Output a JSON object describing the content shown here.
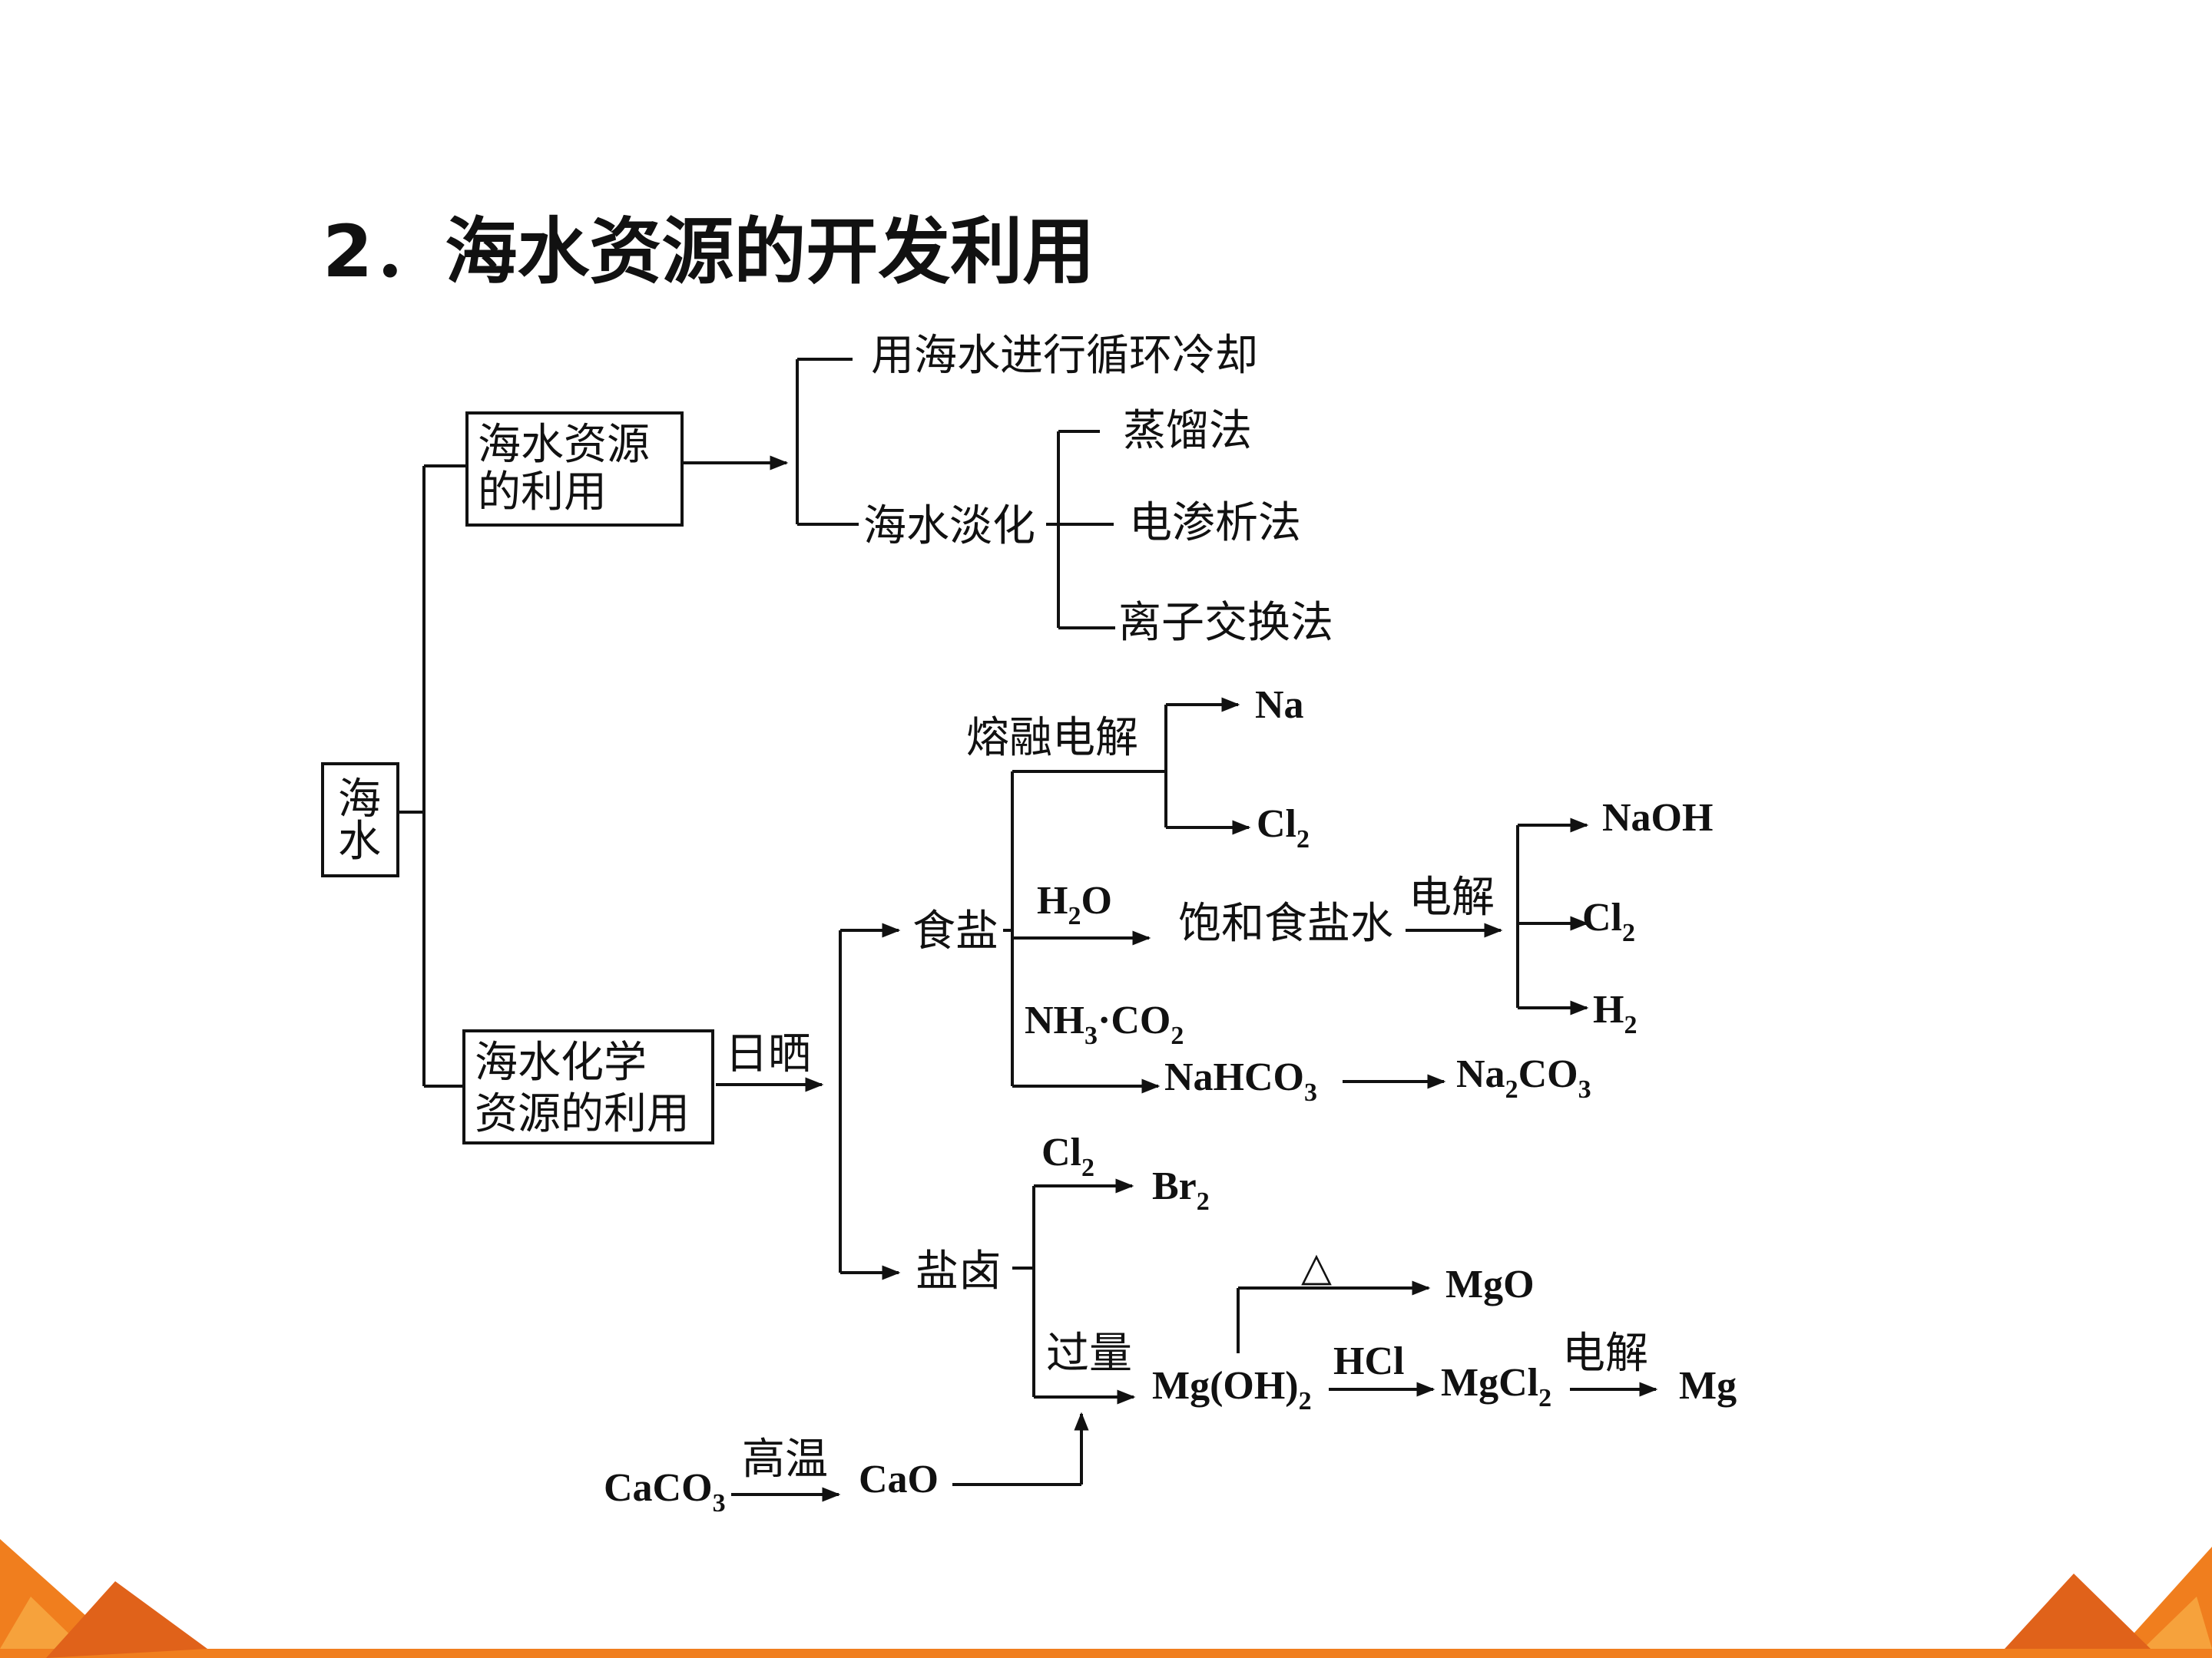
{
  "title": "2．海水资源的开发利用",
  "boxes": {
    "root": "海水",
    "resource_use_l1": "海水资源",
    "resource_use_l2": "的利用",
    "chemical_use_l1": "海水化学",
    "chemical_use_l2": "资源的利用"
  },
  "water_use": {
    "cooling": "用海水进行循环冷却",
    "desalination": "海水淡化",
    "methods": [
      "蒸馏法",
      "电渗析法",
      "离子交换法"
    ]
  },
  "chemical": {
    "sun_drying": "日晒",
    "salt": "食盐",
    "brine": "盐卤",
    "molten_electrolysis": "熔融电解",
    "saturated_brine": "饱和食盐水",
    "electrolysis": "电解",
    "excess": "过量",
    "high_temp": "高温",
    "heat": "△"
  },
  "species": {
    "Na": "Na",
    "Cl": "Cl",
    "NaOH": "NaOH",
    "H": "H",
    "O": "O",
    "NH": "NH",
    "CO": "CO",
    "NaHCO": "NaHCO",
    "Na_": "Na",
    "Br": "Br",
    "MgO": "MgO",
    "MgOH_pre": "Mg(OH)",
    "HCl": "HCl",
    "MgCl": "MgCl",
    "Mg": "Mg",
    "CaCO": "CaCO",
    "CaO": "CaO",
    "dot": "·"
  },
  "subscripts": {
    "s2": "2",
    "s3": "3"
  },
  "colors": {
    "orange_dark": "#e0621a",
    "orange_mid": "#f07e1e",
    "orange_light": "#f6a23c",
    "line": "#111111"
  }
}
